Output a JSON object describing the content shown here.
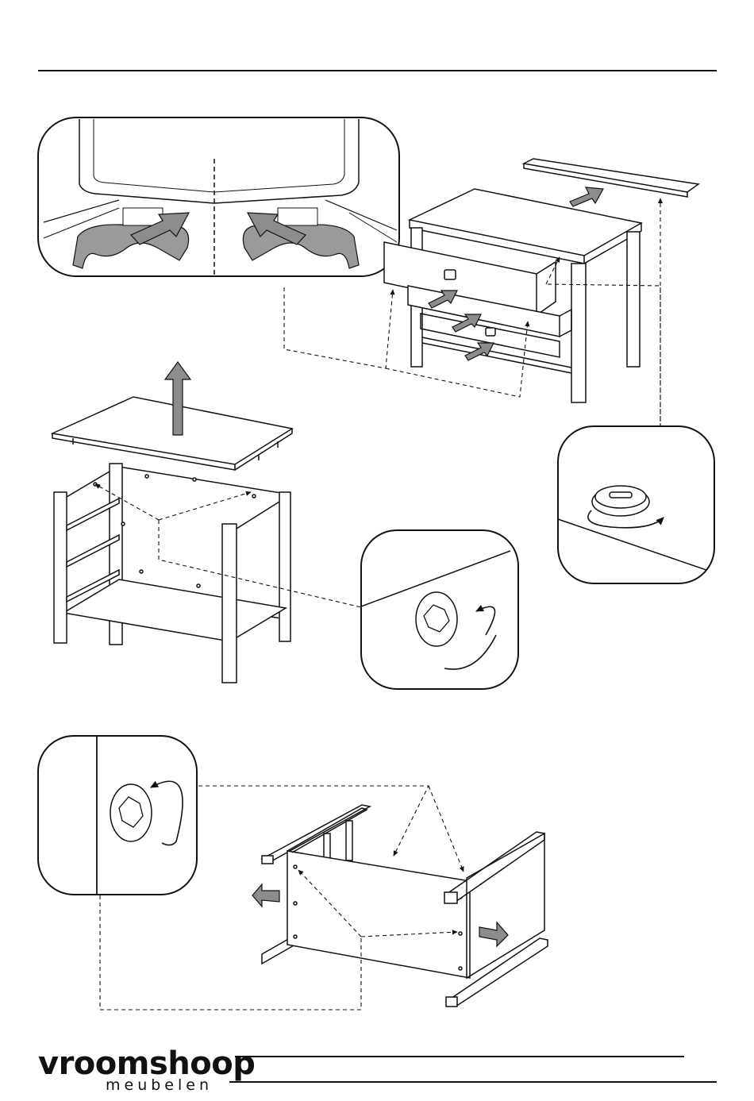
{
  "document": {
    "type": "assembly-instructions-page",
    "steps": [
      "detail: drawer runner release levers pressed",
      "chest of drawers with drawers and top rail removed",
      "detail: cam lock on top rail turned",
      "top panel lifted off carcass",
      "detail: cam lock on carcass turned",
      "side frames pulled off back panel",
      "detail: cam lock on back panel turned"
    ]
  },
  "brand": {
    "name": "vroomshoop",
    "subtitle": "meubelen"
  },
  "colors": {
    "line": "#111111",
    "arrow_fill": "#8c8c8c",
    "runner_fill": "#9a9a9a",
    "panel_fill": "#ffffff"
  }
}
